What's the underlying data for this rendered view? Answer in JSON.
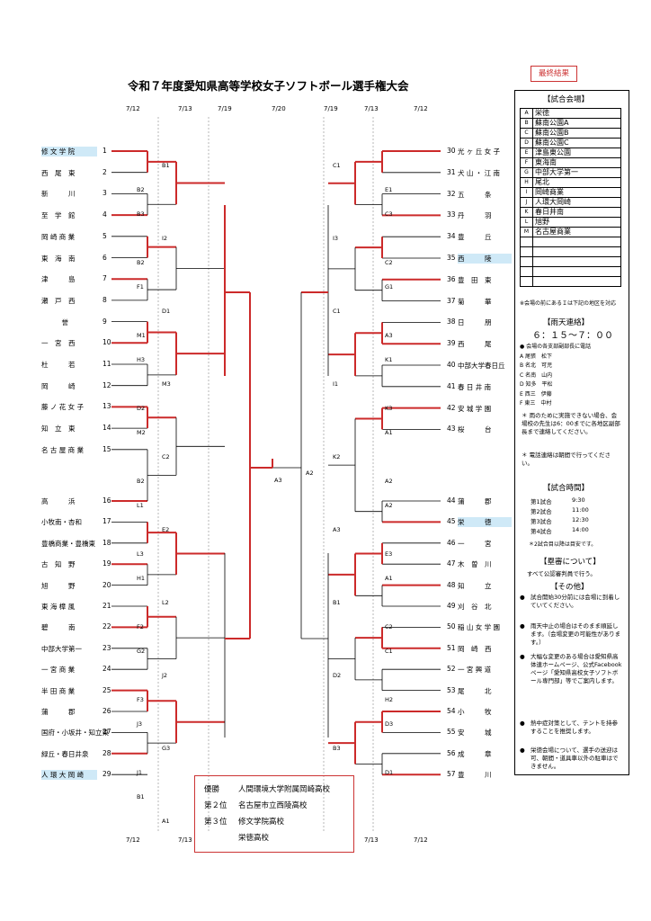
{
  "title": "令和７年度愛知県高等学校女子ソフトボール選手権大会",
  "badge": "最終結果",
  "dates_top": [
    "7/12",
    "7/13",
    "7/19",
    "7/20",
    "7/19",
    "7/13",
    "7/12"
  ],
  "dates_bottom": [
    "7/12",
    "7/13",
    "7/13",
    "7/12"
  ],
  "left_teams": [
    {
      "name": "修 文 学 院",
      "num": "1",
      "hl": true
    },
    {
      "name": "西　尾　東",
      "num": "2"
    },
    {
      "name": "新　　　川",
      "num": "3"
    },
    {
      "name": "至　学　館",
      "num": "4"
    },
    {
      "name": "岡 崎 商 業",
      "num": "5"
    },
    {
      "name": "東　海　南",
      "num": "6"
    },
    {
      "name": "津　　　島",
      "num": "7"
    },
    {
      "name": "瀬　戸　西",
      "num": "8"
    },
    {
      "name": "　　　誉",
      "num": "9"
    },
    {
      "name": "一　宮　西",
      "num": "10"
    },
    {
      "name": "杜　　　若",
      "num": "11"
    },
    {
      "name": "岡　　　崎",
      "num": "12"
    },
    {
      "name": "藤 ノ 花 女 子",
      "num": "13"
    },
    {
      "name": "知　立　東",
      "num": "14"
    },
    {
      "name": "名 古 屋 商 業",
      "num": "15"
    },
    {
      "name": "高　　　浜",
      "num": "16"
    },
    {
      "name": "小牧南・杏和",
      "num": "17"
    },
    {
      "name": "豊橋商業・豊橋東",
      "num": "18"
    },
    {
      "name": "古　知　野",
      "num": "19"
    },
    {
      "name": "旭　　　野",
      "num": "20"
    },
    {
      "name": "東 海 樟 風",
      "num": "21"
    },
    {
      "name": "碧　　　南",
      "num": "22"
    },
    {
      "name": "中部大学第一",
      "num": "23"
    },
    {
      "name": "一 宮 商 業",
      "num": "24"
    },
    {
      "name": "半 田 商 業",
      "num": "25"
    },
    {
      "name": "蒲　　　郡",
      "num": "26"
    },
    {
      "name": "国府・小坂井・知立東",
      "num": "27"
    },
    {
      "name": "緑丘・春日井泉",
      "num": "28"
    },
    {
      "name": "人 環 大 岡 崎",
      "num": "29",
      "hl": true
    }
  ],
  "right_teams": [
    {
      "name": "光 ヶ 丘 女 子",
      "num": "30"
    },
    {
      "name": "犬 山 ・ 江 南",
      "num": "31"
    },
    {
      "name": "五　　　条",
      "num": "32"
    },
    {
      "name": "丹　　　羽",
      "num": "33"
    },
    {
      "name": "豊　　　丘",
      "num": "34"
    },
    {
      "name": "西　　　陵",
      "num": "35",
      "hl": true
    },
    {
      "name": "豊　田　東",
      "num": "36"
    },
    {
      "name": "菊　　　華",
      "num": "37"
    },
    {
      "name": "日　　　朋",
      "num": "38"
    },
    {
      "name": "西　　　尾",
      "num": "39"
    },
    {
      "name": "中部大学春日丘",
      "num": "40"
    },
    {
      "name": "春 日 井 南",
      "num": "41"
    },
    {
      "name": "安 城 学 園",
      "num": "42"
    },
    {
      "name": "桜　　　台",
      "num": "43"
    },
    {
      "name": "蒲　　　郡",
      "num": "44"
    },
    {
      "name": "栄　　　徳",
      "num": "45",
      "hl": true
    },
    {
      "name": "一　　　宮",
      "num": "46"
    },
    {
      "name": "木　曽　川",
      "num": "47"
    },
    {
      "name": "知　　　立",
      "num": "48"
    },
    {
      "name": "刈　谷　北",
      "num": "49"
    },
    {
      "name": "稲 山 女 学 園",
      "num": "50"
    },
    {
      "name": "岡　崎　西",
      "num": "51"
    },
    {
      "name": "一 宮 興 道",
      "num": "52"
    },
    {
      "name": "尾　　　北",
      "num": "53"
    },
    {
      "name": "小　　　牧",
      "num": "54"
    },
    {
      "name": "安　　　城",
      "num": "55"
    },
    {
      "name": "成　　　章",
      "num": "56"
    },
    {
      "name": "豊　　　川",
      "num": "57"
    }
  ],
  "match_labels": {
    "left": [
      "B1",
      "B2",
      "B3",
      "I2",
      "B2",
      "F1",
      "D1",
      "M1",
      "H3",
      "M3",
      "D2",
      "M2",
      "C2",
      "B2",
      "L1",
      "E2",
      "L3",
      "H1",
      "L2",
      "F2",
      "G2",
      "J2",
      "F3",
      "J3",
      "G3",
      "J1",
      "B1",
      "A1"
    ],
    "center": [
      "A3",
      "A2"
    ],
    "right": [
      "C1",
      "E1",
      "C3",
      "I3",
      "C2",
      "G1",
      "C1",
      "A3",
      "K1",
      "I1",
      "K3",
      "A1",
      "K2",
      "A2",
      "A2",
      "A3",
      "E3",
      "A1",
      "B1",
      "C2",
      "C1",
      "D2",
      "H2",
      "D3",
      "B3",
      "D1"
    ]
  },
  "venues_title": "【試合会場】",
  "venues": [
    {
      "k": "A",
      "v": "栄徳"
    },
    {
      "k": "B",
      "v": "蘇南公園A"
    },
    {
      "k": "C",
      "v": "蘇南公園B"
    },
    {
      "k": "D",
      "v": "蘇南公園C"
    },
    {
      "k": "E",
      "v": "津島東公園"
    },
    {
      "k": "F",
      "v": "東海南"
    },
    {
      "k": "G",
      "v": "中部大学第一"
    },
    {
      "k": "H",
      "v": "尾北"
    },
    {
      "k": "I",
      "v": "岡崎商業"
    },
    {
      "k": "J",
      "v": "人環大岡崎"
    },
    {
      "k": "K",
      "v": "春日井南"
    },
    {
      "k": "L",
      "v": "旭野"
    },
    {
      "k": "M",
      "v": "名古屋商業"
    }
  ],
  "venue_note": "※会場の前にあるＩは下記の地区を対応",
  "rain_title": "【雨天連絡】",
  "rain_time": "６：１５～７：００",
  "rain_lines": [
    "● 会場の各支部副部長に電話",
    "A 尾張　松下",
    "B 名北　可児",
    "C 名南　山内",
    "D 知多　平松",
    "E 西三　伊藤",
    "F 東三　中村"
  ],
  "rain_notes": [
    "＊ 雨のために実施できない場合、会場校の先生は6：00までに各地区副部長まで連絡してください。",
    "＊ 電話連絡は朝間で行ってください。"
  ],
  "time_title": "【試合時間】",
  "times": [
    {
      "label": "第1試合",
      "time": "9:30"
    },
    {
      "label": "第2試合",
      "time": "11:00"
    },
    {
      "label": "第3試合",
      "time": "12:30"
    },
    {
      "label": "第4試合",
      "time": "14:00"
    }
  ],
  "time_note": "＊2試合目以降は目安です。",
  "judge_title": "【塁審について】",
  "judge_text": "すべて公認審判員で行う。",
  "other_title": "【その他】",
  "other_items": [
    "試合開始30分前には会場に到着していてください。",
    "雨天中止の場合はそのまま順延します。（会場変更の可能性があります。）",
    "大幅な変更のある場合は愛知県高体連ホームページ、公式Facebookページ「愛知県高校女子ソフトボール専門部」等でご案内します。",
    "熱中症対策として、テントを持参することを推奨します。",
    "栄徳会場について、選手の送迎は可、朝間・道具車以外の駐車はできません。"
  ],
  "results": {
    "r1_label": "優勝",
    "r1_team": "人間環境大学附属岡崎高校",
    "r2_label": "第２位",
    "r2_team": "名古屋市立西陵高校",
    "r3_label": "第３位",
    "r3_team_a": "修文学院高校",
    "r3_team_b": "栄徳高校"
  },
  "accent_color": "#cc2a2a"
}
